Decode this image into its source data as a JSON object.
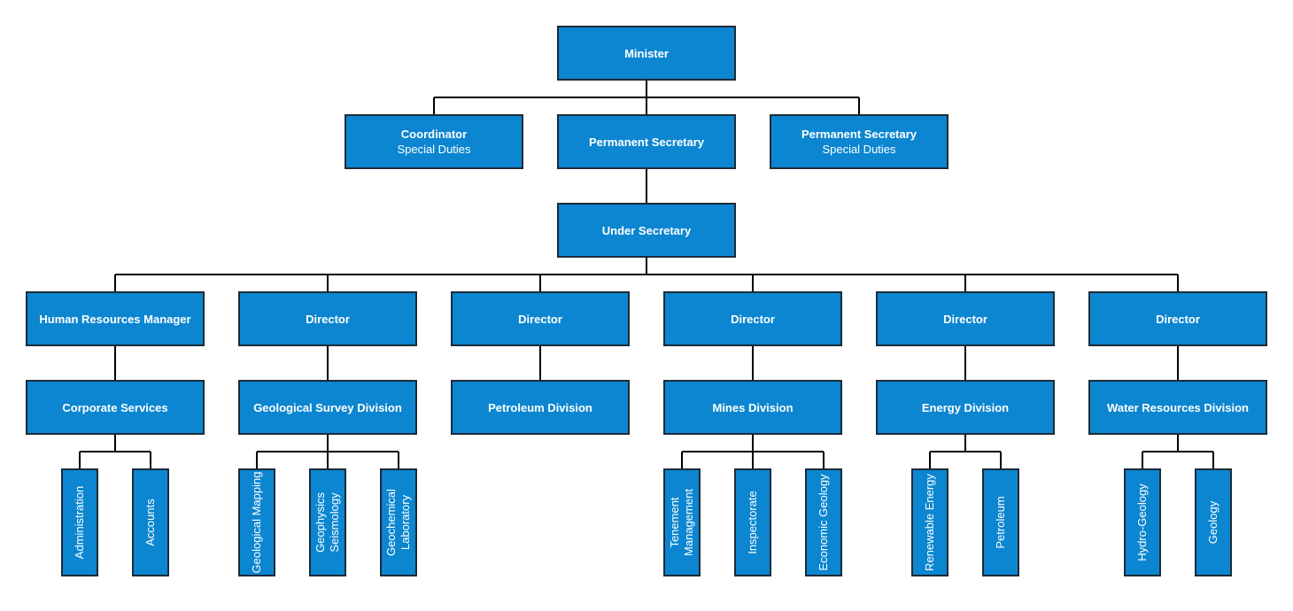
{
  "nodes": {
    "minister": {
      "title": "Minister",
      "subtitle": ""
    },
    "coordinator": {
      "title": "Coordinator",
      "subtitle": "Special Duties"
    },
    "perm_sec": {
      "title": "Permanent Secretary",
      "subtitle": ""
    },
    "perm_sec_sd": {
      "title": "Permanent Secretary",
      "subtitle": "Special Duties"
    },
    "under_sec": {
      "title": "Under Secretary",
      "subtitle": ""
    },
    "hr_manager": {
      "title": "Human Resources Manager"
    },
    "director_1": {
      "title": "Director"
    },
    "director_2": {
      "title": "Director"
    },
    "director_3": {
      "title": "Director"
    },
    "director_4": {
      "title": "Director"
    },
    "director_5": {
      "title": "Director"
    },
    "corporate_services": {
      "title": "Corporate Services"
    },
    "geological_survey": {
      "title": "Geological Survey Division"
    },
    "petroleum_division": {
      "title": "Petroleum Division"
    },
    "mines_division": {
      "title": "Mines Division"
    },
    "energy_division": {
      "title": "Energy Division"
    },
    "water_resources": {
      "title": "Water Resources Division"
    }
  },
  "units": {
    "administration": "Administration",
    "accounts": "Accounts",
    "geological_mapping": "Geological Mapping",
    "geophysics_seismology": "Geophysics Seismology",
    "geochemical_laboratory": "Geochemical Laboratory",
    "tenement_management": "Tenement Management",
    "inspectorate": "Inspectorate",
    "economic_geology": "Economic Geology",
    "renewable_energy": "Renewable Energy",
    "petroleum": "Petroleum",
    "hydro_geology": "Hydro-Geology",
    "geology": "Geology"
  },
  "colors": {
    "box_fill": "#0c86d0",
    "box_border": "#1c2b38",
    "line": "#000000",
    "text": "#ffffff"
  }
}
